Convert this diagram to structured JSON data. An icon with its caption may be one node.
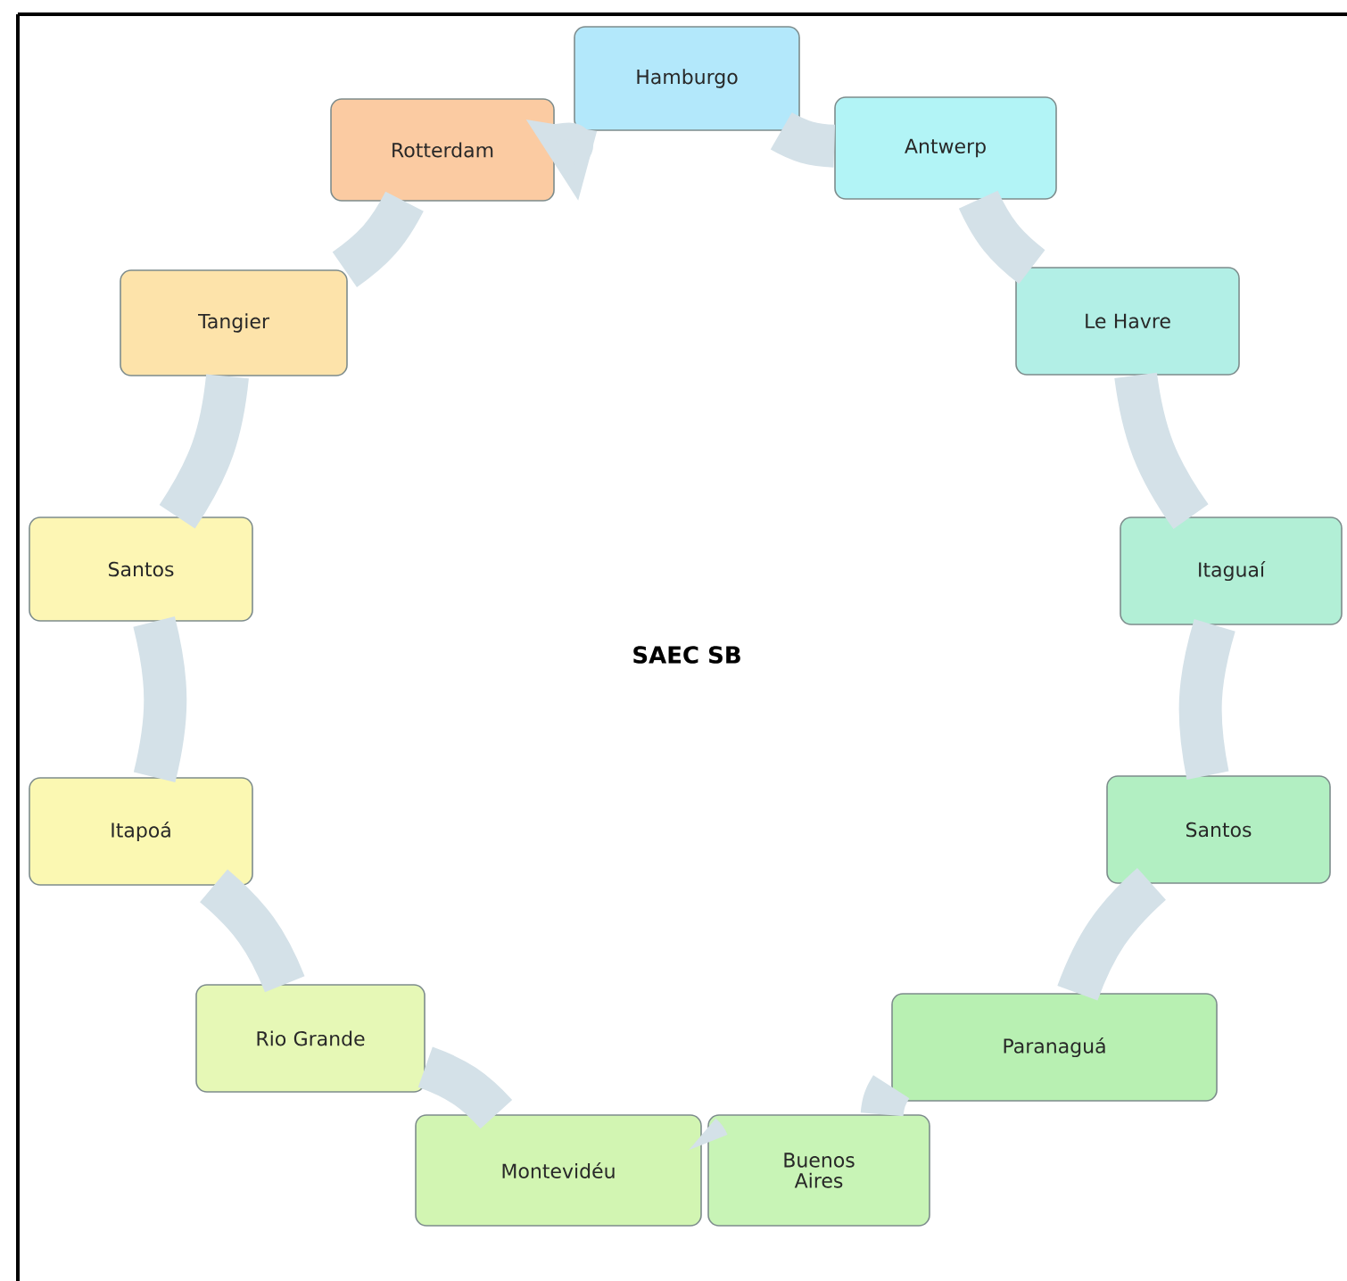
{
  "diagram": {
    "title": "SAEC SB",
    "nodes": [
      {
        "text": [
          "Hamburgo"
        ]
      },
      {
        "text": [
          "Antwerp"
        ]
      },
      {
        "text": [
          "Le Havre"
        ]
      },
      {
        "text": [
          "Itaguaí"
        ]
      },
      {
        "text": [
          "Santos"
        ]
      },
      {
        "text": [
          "Paranaguá"
        ]
      },
      {
        "text": [
          "Buenos Aires"
        ]
      },
      {
        "text": [
          "Montevidéu"
        ]
      },
      {
        "text": [
          "Rio Grande"
        ]
      },
      {
        "text": [
          "Itapoá"
        ]
      },
      {
        "text": [
          "Santos"
        ]
      },
      {
        "text": [
          "Tangier"
        ]
      },
      {
        "text": [
          "Rotterdam"
        ]
      }
    ],
    "edges": [
      {
        "from": 0,
        "to": 1,
        "arrow": "none"
      },
      {
        "from": 1,
        "to": 2,
        "arrow": "none"
      },
      {
        "from": 2,
        "to": 3,
        "arrow": "none"
      },
      {
        "from": 3,
        "to": 4,
        "arrow": "none"
      },
      {
        "from": 4,
        "to": 5,
        "arrow": "none"
      },
      {
        "from": 5,
        "to": 6,
        "arrow": "none"
      },
      {
        "from": 6,
        "to": 7,
        "arrow": "none"
      },
      {
        "from": 7,
        "to": 8,
        "arrow": "none"
      },
      {
        "from": 8,
        "to": 9,
        "arrow": "none"
      },
      {
        "from": 9,
        "to": 10,
        "arrow": "none"
      },
      {
        "from": 10,
        "to": 11,
        "arrow": "none"
      },
      {
        "from": 11,
        "to": 12,
        "arrow": "none"
      },
      {
        "from": 12,
        "to": 0,
        "arrow": "to"
      }
    ]
  }
}
